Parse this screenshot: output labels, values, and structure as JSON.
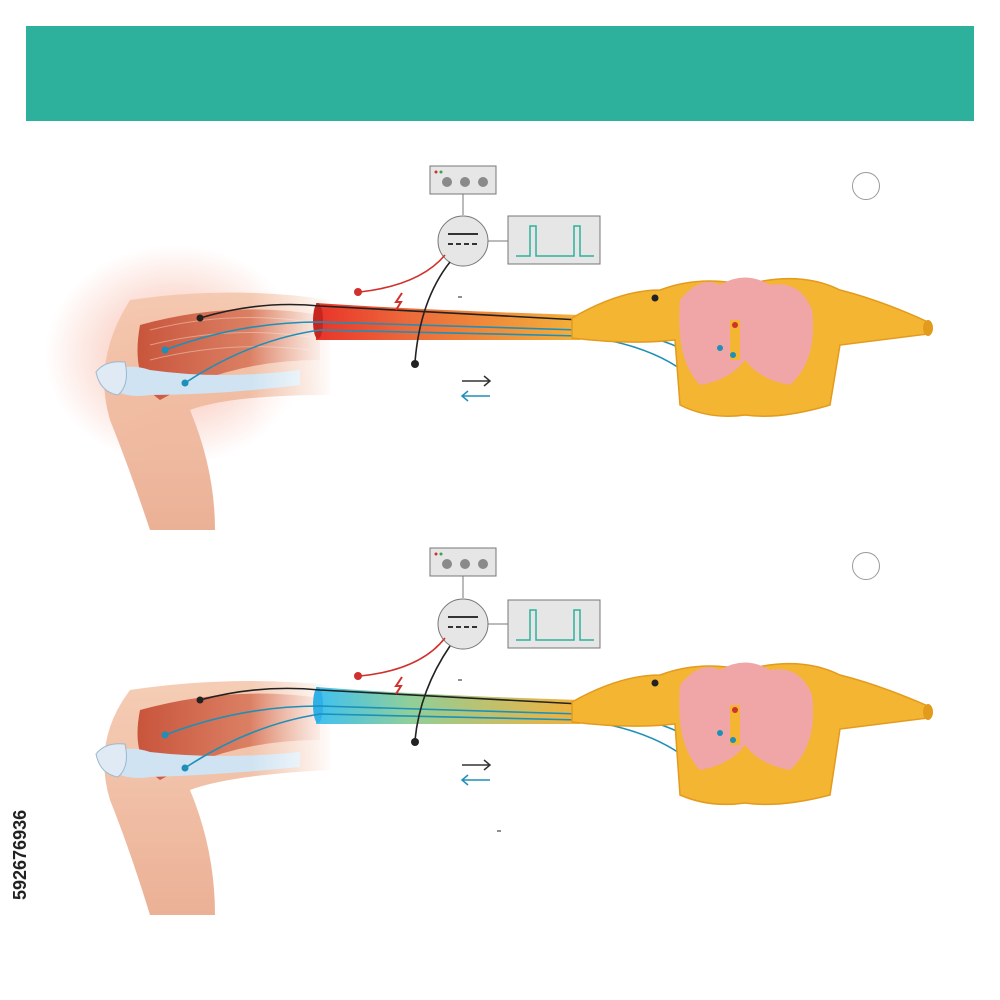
{
  "banner": {
    "title": "",
    "color": "#2db09c"
  },
  "panels": [
    {
      "id": "heat",
      "marker_label": "",
      "limb_tint": "#f28a6b",
      "segment_start": "#e8342a",
      "segment_end": "#f4b13a",
      "state": "warming"
    },
    {
      "id": "cold",
      "marker_label": "",
      "limb_tint": "#f0c2a8",
      "segment_start": "#3ec1f2",
      "segment_end": "#f4b13a",
      "state": "cooling"
    }
  ],
  "legend": {
    "dark_arrow_color": "#333333",
    "blue_arrow_color": "#1e8fb8"
  },
  "colors": {
    "nerve": "#f2b732",
    "grey_matter": "#f0a6a6",
    "sensory_fiber": "#222222",
    "motor_fiber": "#1e8fb8",
    "stimulus": "#d0312d",
    "oscilloscope": "#2db09c"
  },
  "watermark_id": "592676936"
}
